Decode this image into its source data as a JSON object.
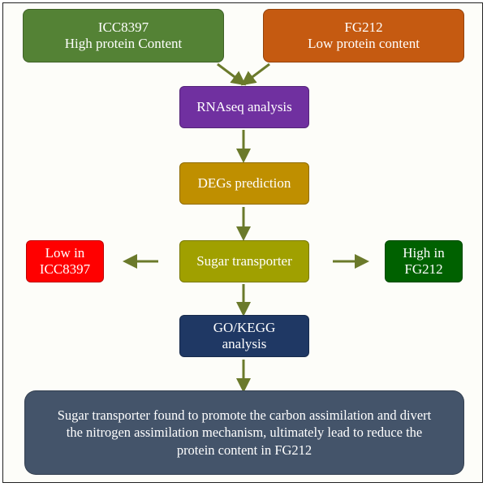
{
  "colors": {
    "green": "#548235",
    "orange": "#c55a11",
    "purple": "#7030a0",
    "amber": "#bf8f00",
    "olive": "#a0a000",
    "red": "#ff0000",
    "dark_green": "#006100",
    "navy": "#1f3864",
    "slate": "#44546a",
    "arrow": "#6b7a2b"
  },
  "nodes": {
    "icc": {
      "line1": "ICC8397",
      "line2": "High protein Content"
    },
    "fg": {
      "line1": "FG212",
      "line2": "Low protein content"
    },
    "rnaseq": {
      "label": "RNAseq analysis"
    },
    "degs": {
      "label": "DEGs prediction"
    },
    "sugar": {
      "label": "Sugar transporter"
    },
    "low": {
      "line1": "Low in",
      "line2": "ICC8397"
    },
    "high": {
      "line1": "High in",
      "line2": "FG212"
    },
    "gokegg": {
      "line1": "GO/KEGG",
      "line2": "analysis"
    },
    "conclusion": {
      "line1": "Sugar transporter found to promote the carbon assimilation and divert",
      "line2": "the nitrogen assimilation mechanism, ultimately lead to reduce the",
      "line3": "protein content in FG212"
    }
  }
}
